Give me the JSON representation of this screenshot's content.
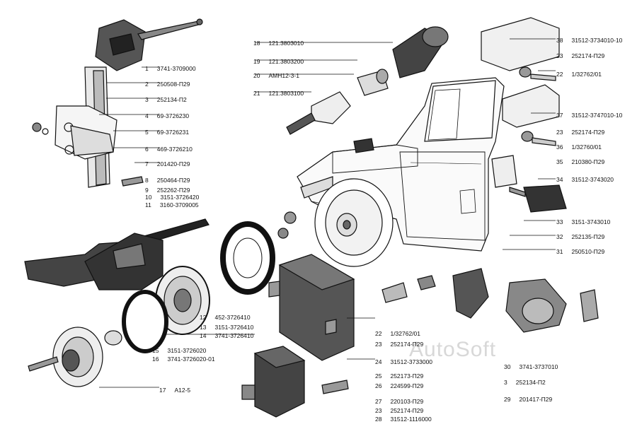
{
  "watermark": "AutoSoft",
  "colors": {
    "ink": "#111111",
    "shade": "#4a4a4a",
    "light": "#cfcfcf"
  },
  "callouts": [
    {
      "n": "1",
      "code": "3741-3709000"
    },
    {
      "n": "2",
      "code": "250508-П29"
    },
    {
      "n": "3",
      "code": "252134-П2"
    },
    {
      "n": "4",
      "code": "69-3726230"
    },
    {
      "n": "5",
      "code": "69-3726231"
    },
    {
      "n": "6",
      "code": "469-3726210"
    },
    {
      "n": "7",
      "code": "201420-П29"
    },
    {
      "n": "8",
      "code": "250464-П29"
    },
    {
      "n": "9",
      "code": "252262-П29"
    },
    {
      "n": "10",
      "code": "3151-3726420"
    },
    {
      "n": "11",
      "code": "3160-3709005"
    },
    {
      "n": "12",
      "code": "452-3726410"
    },
    {
      "n": "13",
      "code": "3151-3726410"
    },
    {
      "n": "14",
      "code": "3741-3726410"
    },
    {
      "n": "15",
      "code": "3151-3726020"
    },
    {
      "n": "16",
      "code": "3741-3726020-01"
    },
    {
      "n": "17",
      "code": "А12-5"
    },
    {
      "n": "18",
      "code": "121.3803010"
    },
    {
      "n": "19",
      "code": "121.3803200"
    },
    {
      "n": "20",
      "code": "АМН12-3-1"
    },
    {
      "n": "21",
      "code": "121.3803100"
    },
    {
      "n": "22",
      "code": "1/32762/01"
    },
    {
      "n": "23",
      "code": "252174-П29"
    },
    {
      "n": "24",
      "code": "31512-3733000"
    },
    {
      "n": "25",
      "code": "252173-П29"
    },
    {
      "n": "26",
      "code": "224599-П29"
    },
    {
      "n": "27",
      "code": "220103-П29"
    },
    {
      "n": "23",
      "code": "252174-П29"
    },
    {
      "n": "28",
      "code": "31512-1116000"
    },
    {
      "n": "38",
      "code": "31512-3734010-10"
    },
    {
      "n": "23",
      "code": "252174-П29"
    },
    {
      "n": "22",
      "code": "1/32762/01"
    },
    {
      "n": "37",
      "code": "31512-3747010-10"
    },
    {
      "n": "23",
      "code": "252174-П29"
    },
    {
      "n": "36",
      "code": "1/32760/01"
    },
    {
      "n": "35",
      "code": "210380-П29"
    },
    {
      "n": "34",
      "code": "31512-3743020"
    },
    {
      "n": "33",
      "code": "3151-3743010"
    },
    {
      "n": "32",
      "code": "252135-П29"
    },
    {
      "n": "31",
      "code": "250510-П29"
    },
    {
      "n": "30",
      "code": "3741-3737010"
    },
    {
      "n": "3",
      "code": "252134-П2"
    },
    {
      "n": "29",
      "code": "201417-П29"
    }
  ]
}
